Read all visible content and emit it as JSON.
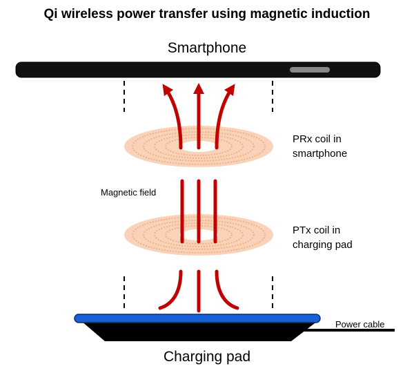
{
  "title": "Qi wireless power transfer using magnetic induction",
  "labels": {
    "smartphone": "Smartphone",
    "charging_pad": "Charging pad",
    "prx_coil_line1": "PRx coil in",
    "prx_coil_line2": "smartphone",
    "ptx_coil_line1": "PTx coil in",
    "ptx_coil_line2": "charging pad",
    "magnetic_field": "Magnetic field",
    "power_cable": "Power cable"
  },
  "colors": {
    "coil": "#f4b183",
    "field_arrow": "#c00000",
    "pad_top": "#1a5fd6",
    "phone": "#111111"
  }
}
